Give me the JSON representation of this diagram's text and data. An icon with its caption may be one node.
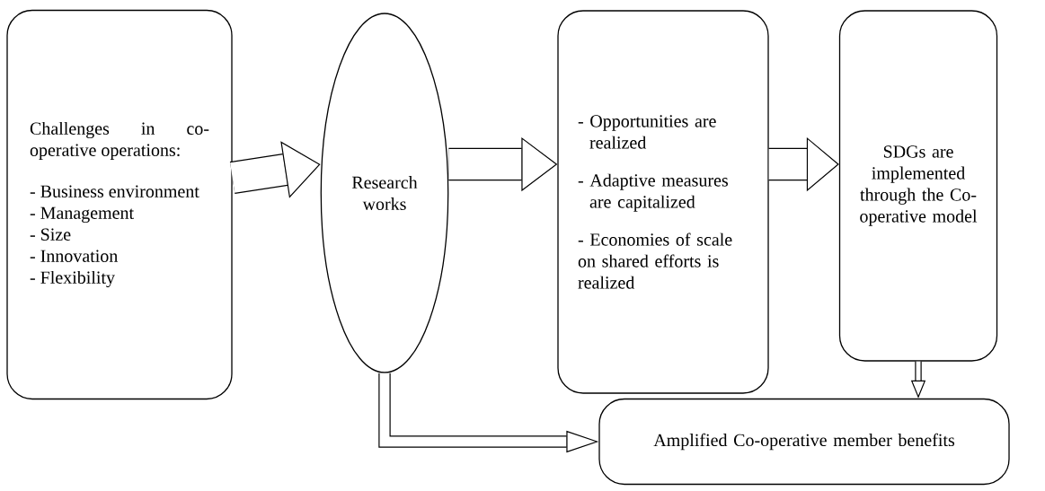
{
  "diagram": {
    "nodes": [
      {
        "text": [
          "Challenges in co-operative operations:",
          "- Business environment",
          "- Management",
          "- Size",
          "- Innovation",
          "- Flexibility"
        ]
      },
      {
        "text": [
          "Research works"
        ]
      },
      {
        "text": [
          "- Opportunities are realized",
          "- Adaptive measures are capitalized",
          "- Economies of scale on shared efforts is realized"
        ]
      },
      {
        "text": [
          "SDGs are implemented through the Co-operative model"
        ]
      },
      {
        "text": [
          "Amplified Co-operative member benefits"
        ]
      }
    ],
    "edges": [
      {
        "from": 0,
        "to": 1,
        "arrow": "to"
      },
      {
        "from": 1,
        "to": 2,
        "arrow": "to"
      },
      {
        "from": 2,
        "to": 3,
        "arrow": "to"
      },
      {
        "from": 3,
        "to": 4,
        "arrow": "to"
      },
      {
        "from": 1,
        "to": 4,
        "arrow": "to"
      }
    ]
  }
}
